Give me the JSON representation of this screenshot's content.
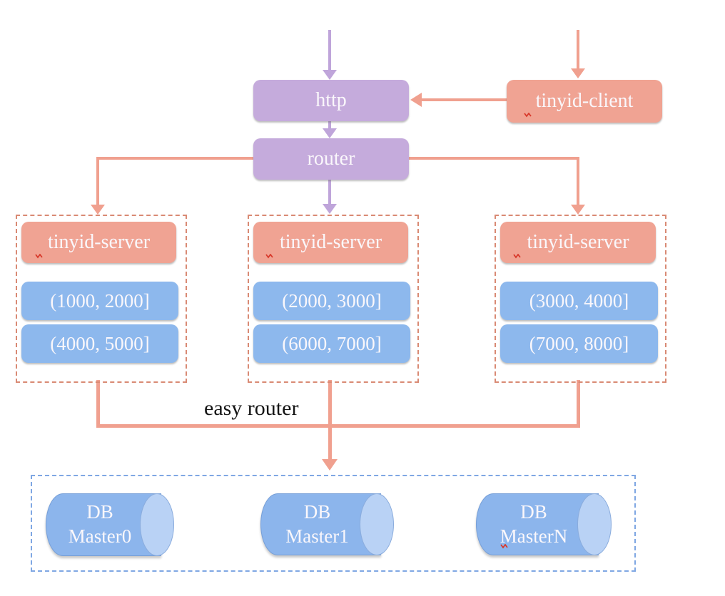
{
  "colors": {
    "purple-box": "#c5abdc",
    "purple-arrow": "#bfa5da",
    "salmon-box": "#f0a393",
    "salmon-arrow": "#f0a08f",
    "salmon-dash": "#d98a74",
    "blue-box": "#8db8ed",
    "blue-dash": "#7fa7e3",
    "cyl-body": "#8cb5ec",
    "cyl-cap": "#b9d2f5",
    "box-text": "#faf7fb",
    "label-text": "#141414"
  },
  "nodes": {
    "http": {
      "label": "http"
    },
    "router": {
      "label": "router"
    },
    "client": {
      "label": "tinyid-client"
    }
  },
  "servers": [
    {
      "label": "tinyid-server",
      "segments": [
        "(1000, 2000]",
        "(4000, 5000]"
      ]
    },
    {
      "label": "tinyid-server",
      "segments": [
        "(2000, 3000]",
        "(6000, 7000]"
      ]
    },
    {
      "label": "tinyid-server",
      "segments": [
        "(3000, 4000]",
        "(7000, 8000]"
      ]
    }
  ],
  "easy_router": {
    "label": "easy router"
  },
  "databases": [
    {
      "name": "DB",
      "instance": "Master0"
    },
    {
      "name": "DB",
      "instance": "Master1"
    },
    {
      "name": "DB",
      "instance": "MasterN"
    }
  ]
}
